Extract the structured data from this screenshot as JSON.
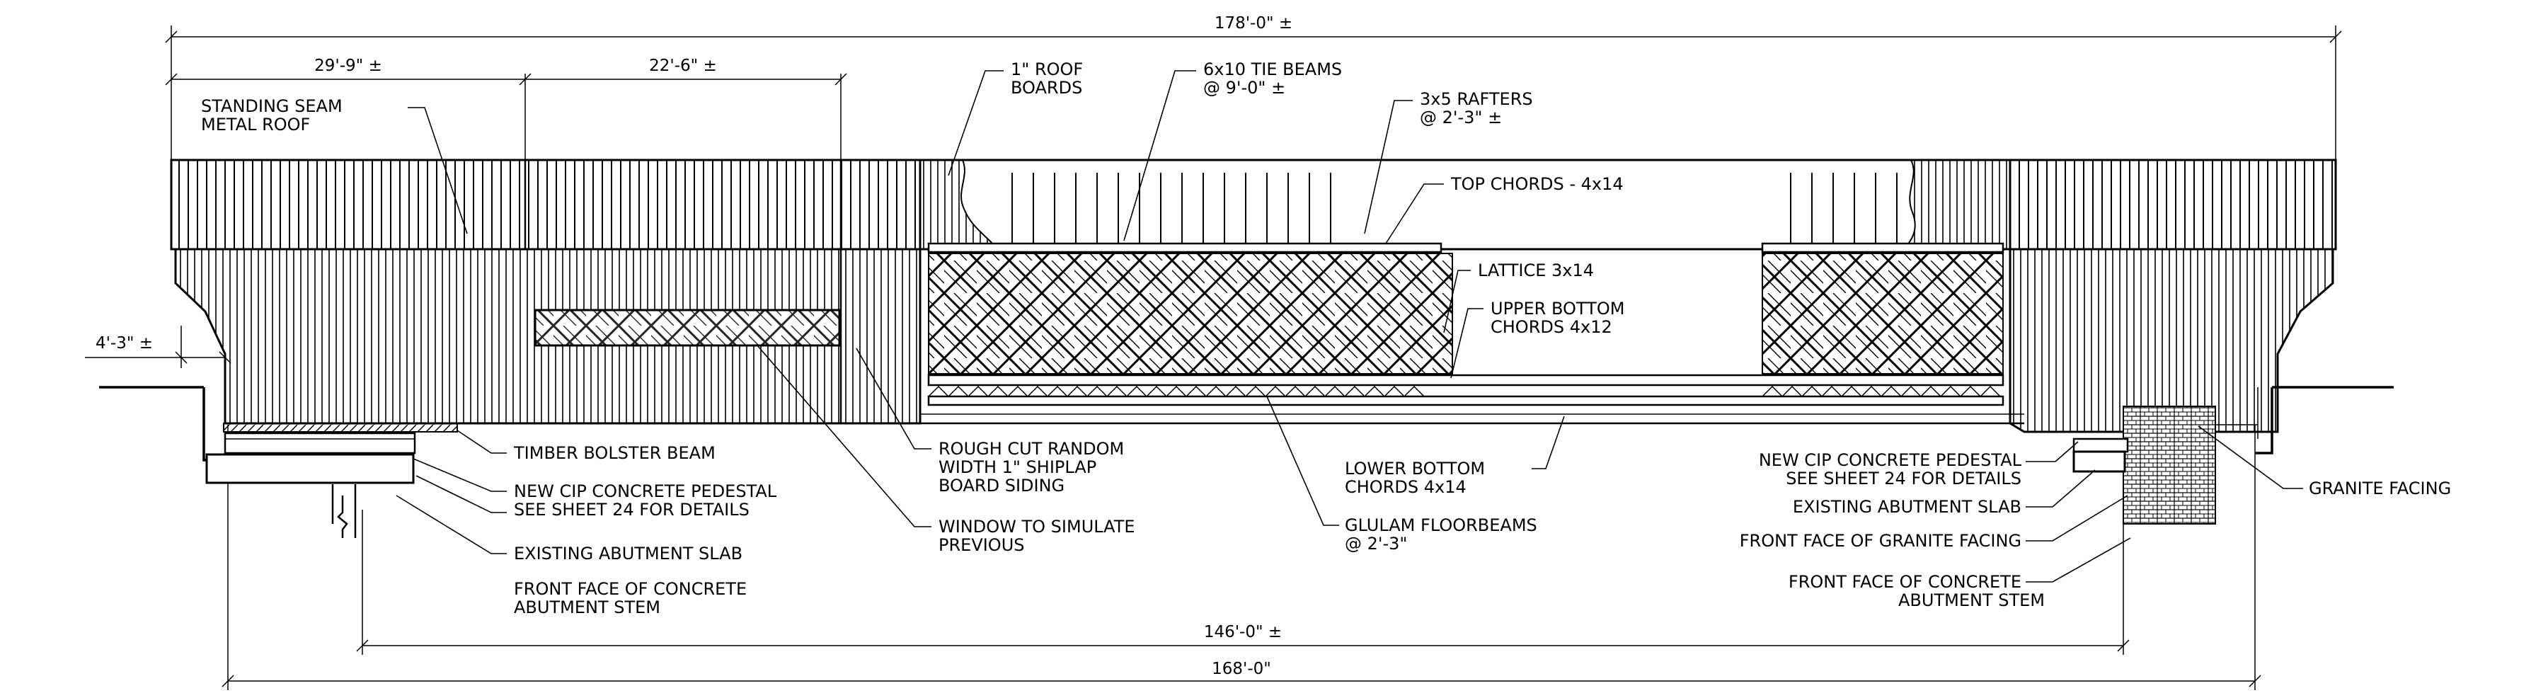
{
  "dimensions": {
    "overall": "178'-0\" ±",
    "left_overhang": "29'-9\" ±",
    "second_segment": "22'-6\" ±",
    "eave_offset": "4'-3\" ±",
    "span_between_stems": "146'-0\" ±",
    "total_length": "168'-0\""
  },
  "labels": {
    "standing_seam": [
      "STANDING SEAM",
      "METAL ROOF"
    ],
    "roof_boards": [
      "1\" ROOF",
      "BOARDS"
    ],
    "tie_beams": [
      "6x10 TIE BEAMS",
      "@ 9'-0\" ±"
    ],
    "rafters": [
      "3x5 RAFTERS",
      "@ 2'-3\" ±"
    ],
    "top_chords": "TOP CHORDS - 4x14",
    "lattice": "LATTICE 3x14",
    "upper_bottom_chords": [
      "UPPER BOTTOM",
      "CHORDS 4x12"
    ],
    "timber_bolster": "TIMBER BOLSTER BEAM",
    "cip_left": [
      "NEW CIP CONCRETE PEDESTAL",
      "SEE SHEET 24 FOR DETAILS"
    ],
    "abutment_slab_left": "EXISTING ABUTMENT SLAB",
    "front_face_left": [
      "FRONT FACE OF CONCRETE",
      "ABUTMENT STEM"
    ],
    "rough_cut": [
      "ROUGH CUT RANDOM",
      "WIDTH 1\" SHIPLAP",
      "BOARD SIDING"
    ],
    "window": [
      "WINDOW TO SIMULATE",
      "PREVIOUS"
    ],
    "lower_bottom_chords": [
      "LOWER BOTTOM",
      "CHORDS 4x14"
    ],
    "glulam": [
      "GLULAM FLOORBEAMS",
      "@ 2'-3\""
    ],
    "cip_right": [
      "NEW CIP CONCRETE PEDESTAL",
      "SEE SHEET 24 FOR DETAILS"
    ],
    "abutment_slab_right": "EXISTING ABUTMENT SLAB",
    "granite_face": "FRONT FACE OF GRANITE FACING",
    "front_face_right": [
      "FRONT FACE OF CONCRETE",
      "ABUTMENT STEM"
    ],
    "granite_facing": "GRANITE FACING"
  },
  "colors": {
    "line": "#000000",
    "background": "#ffffff"
  }
}
